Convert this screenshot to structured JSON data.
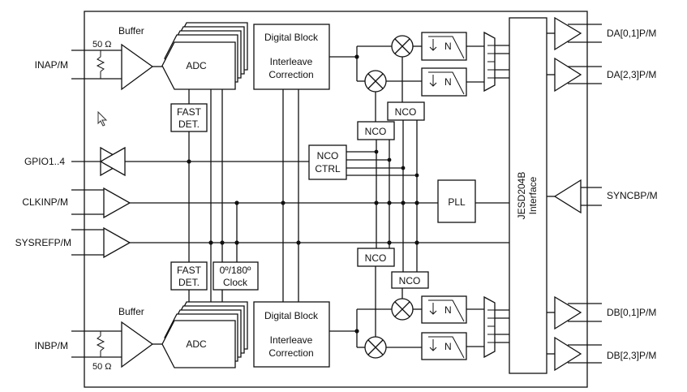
{
  "diagram": {
    "inputs": {
      "inap": "INAP/M",
      "gpio": "GPIO1..4",
      "clkinp": "CLKINP/M",
      "sysrefp": "SYSREFP/M",
      "inbp": "INBP/M"
    },
    "outputs": {
      "da01": "DA[0,1]P/M",
      "da23": "DA[2,3]P/M",
      "syncbp": "SYNCBP/M",
      "db01": "DB[0,1]P/M",
      "db23": "DB[2,3]P/M"
    },
    "blocks": {
      "buffer_top": "Buffer",
      "buffer_bottom": "Buffer",
      "resistor_top": "50 Ω",
      "resistor_bottom": "50 Ω",
      "adc_top": "ADC",
      "adc_bottom": "ADC",
      "fastdet_top": [
        "FAST",
        "DET."
      ],
      "fastdet_bottom": [
        "FAST",
        "DET."
      ],
      "clock_phase": [
        "0º/180º",
        "Clock"
      ],
      "digital_top": [
        "Digital Block",
        "Interleave",
        "Correction"
      ],
      "digital_bottom": [
        "Digital Block",
        "Interleave",
        "Correction"
      ],
      "nco_ctrl": [
        "NCO",
        "CTRL"
      ],
      "nco": "NCO",
      "pll": "PLL",
      "jesd": [
        "JESD204B",
        "Interface"
      ],
      "decim": "N"
    }
  }
}
